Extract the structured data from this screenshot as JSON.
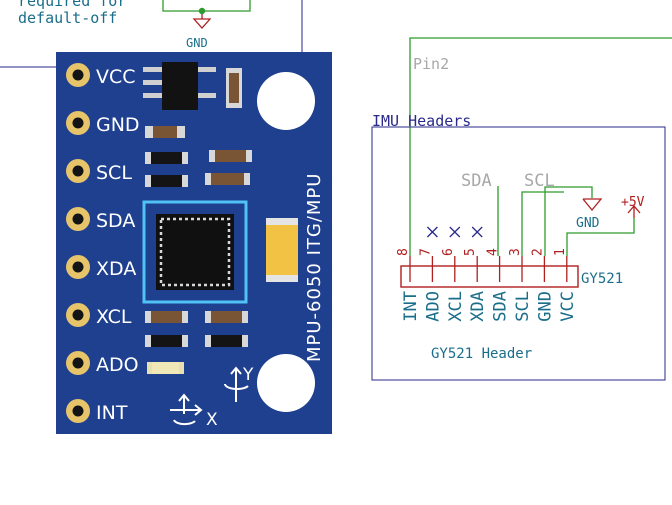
{
  "top_note": {
    "line1": "required for",
    "line2": "default-off",
    "gnd_label": "GND"
  },
  "board": {
    "color": "#1f3f8f",
    "pin_labels": [
      "VCC",
      "GND",
      "SCL",
      "SDA",
      "XDA",
      "XCL",
      "ADO",
      "INT"
    ],
    "chip_label": "MPU-6050 ITG/MPU",
    "axis_x": "X",
    "axis_y": "Y"
  },
  "schematic": {
    "net_label_pin2": "Pin2",
    "box_title": "IMU Headers",
    "sda_label": "SDA",
    "scl_label": "SCL",
    "gnd_label": "GND",
    "vcc_label": "+5V",
    "header_ref": "GY521",
    "header_value": "GY521 Header",
    "pin_numbers": [
      "8",
      "7",
      "6",
      "5",
      "4",
      "3",
      "2",
      "1"
    ],
    "pin_names": [
      "INT",
      "ADO",
      "XCL",
      "XDA",
      "SDA",
      "SCL",
      "GND",
      "VCC"
    ],
    "no_connect_pins": [
      "7",
      "6",
      "5"
    ],
    "colors": {
      "wire": "#2e9b2e",
      "symbol": "#b02020",
      "text": "#1a6e8a",
      "border": "#2a2a8a",
      "faded": "#a8a8a8"
    }
  }
}
